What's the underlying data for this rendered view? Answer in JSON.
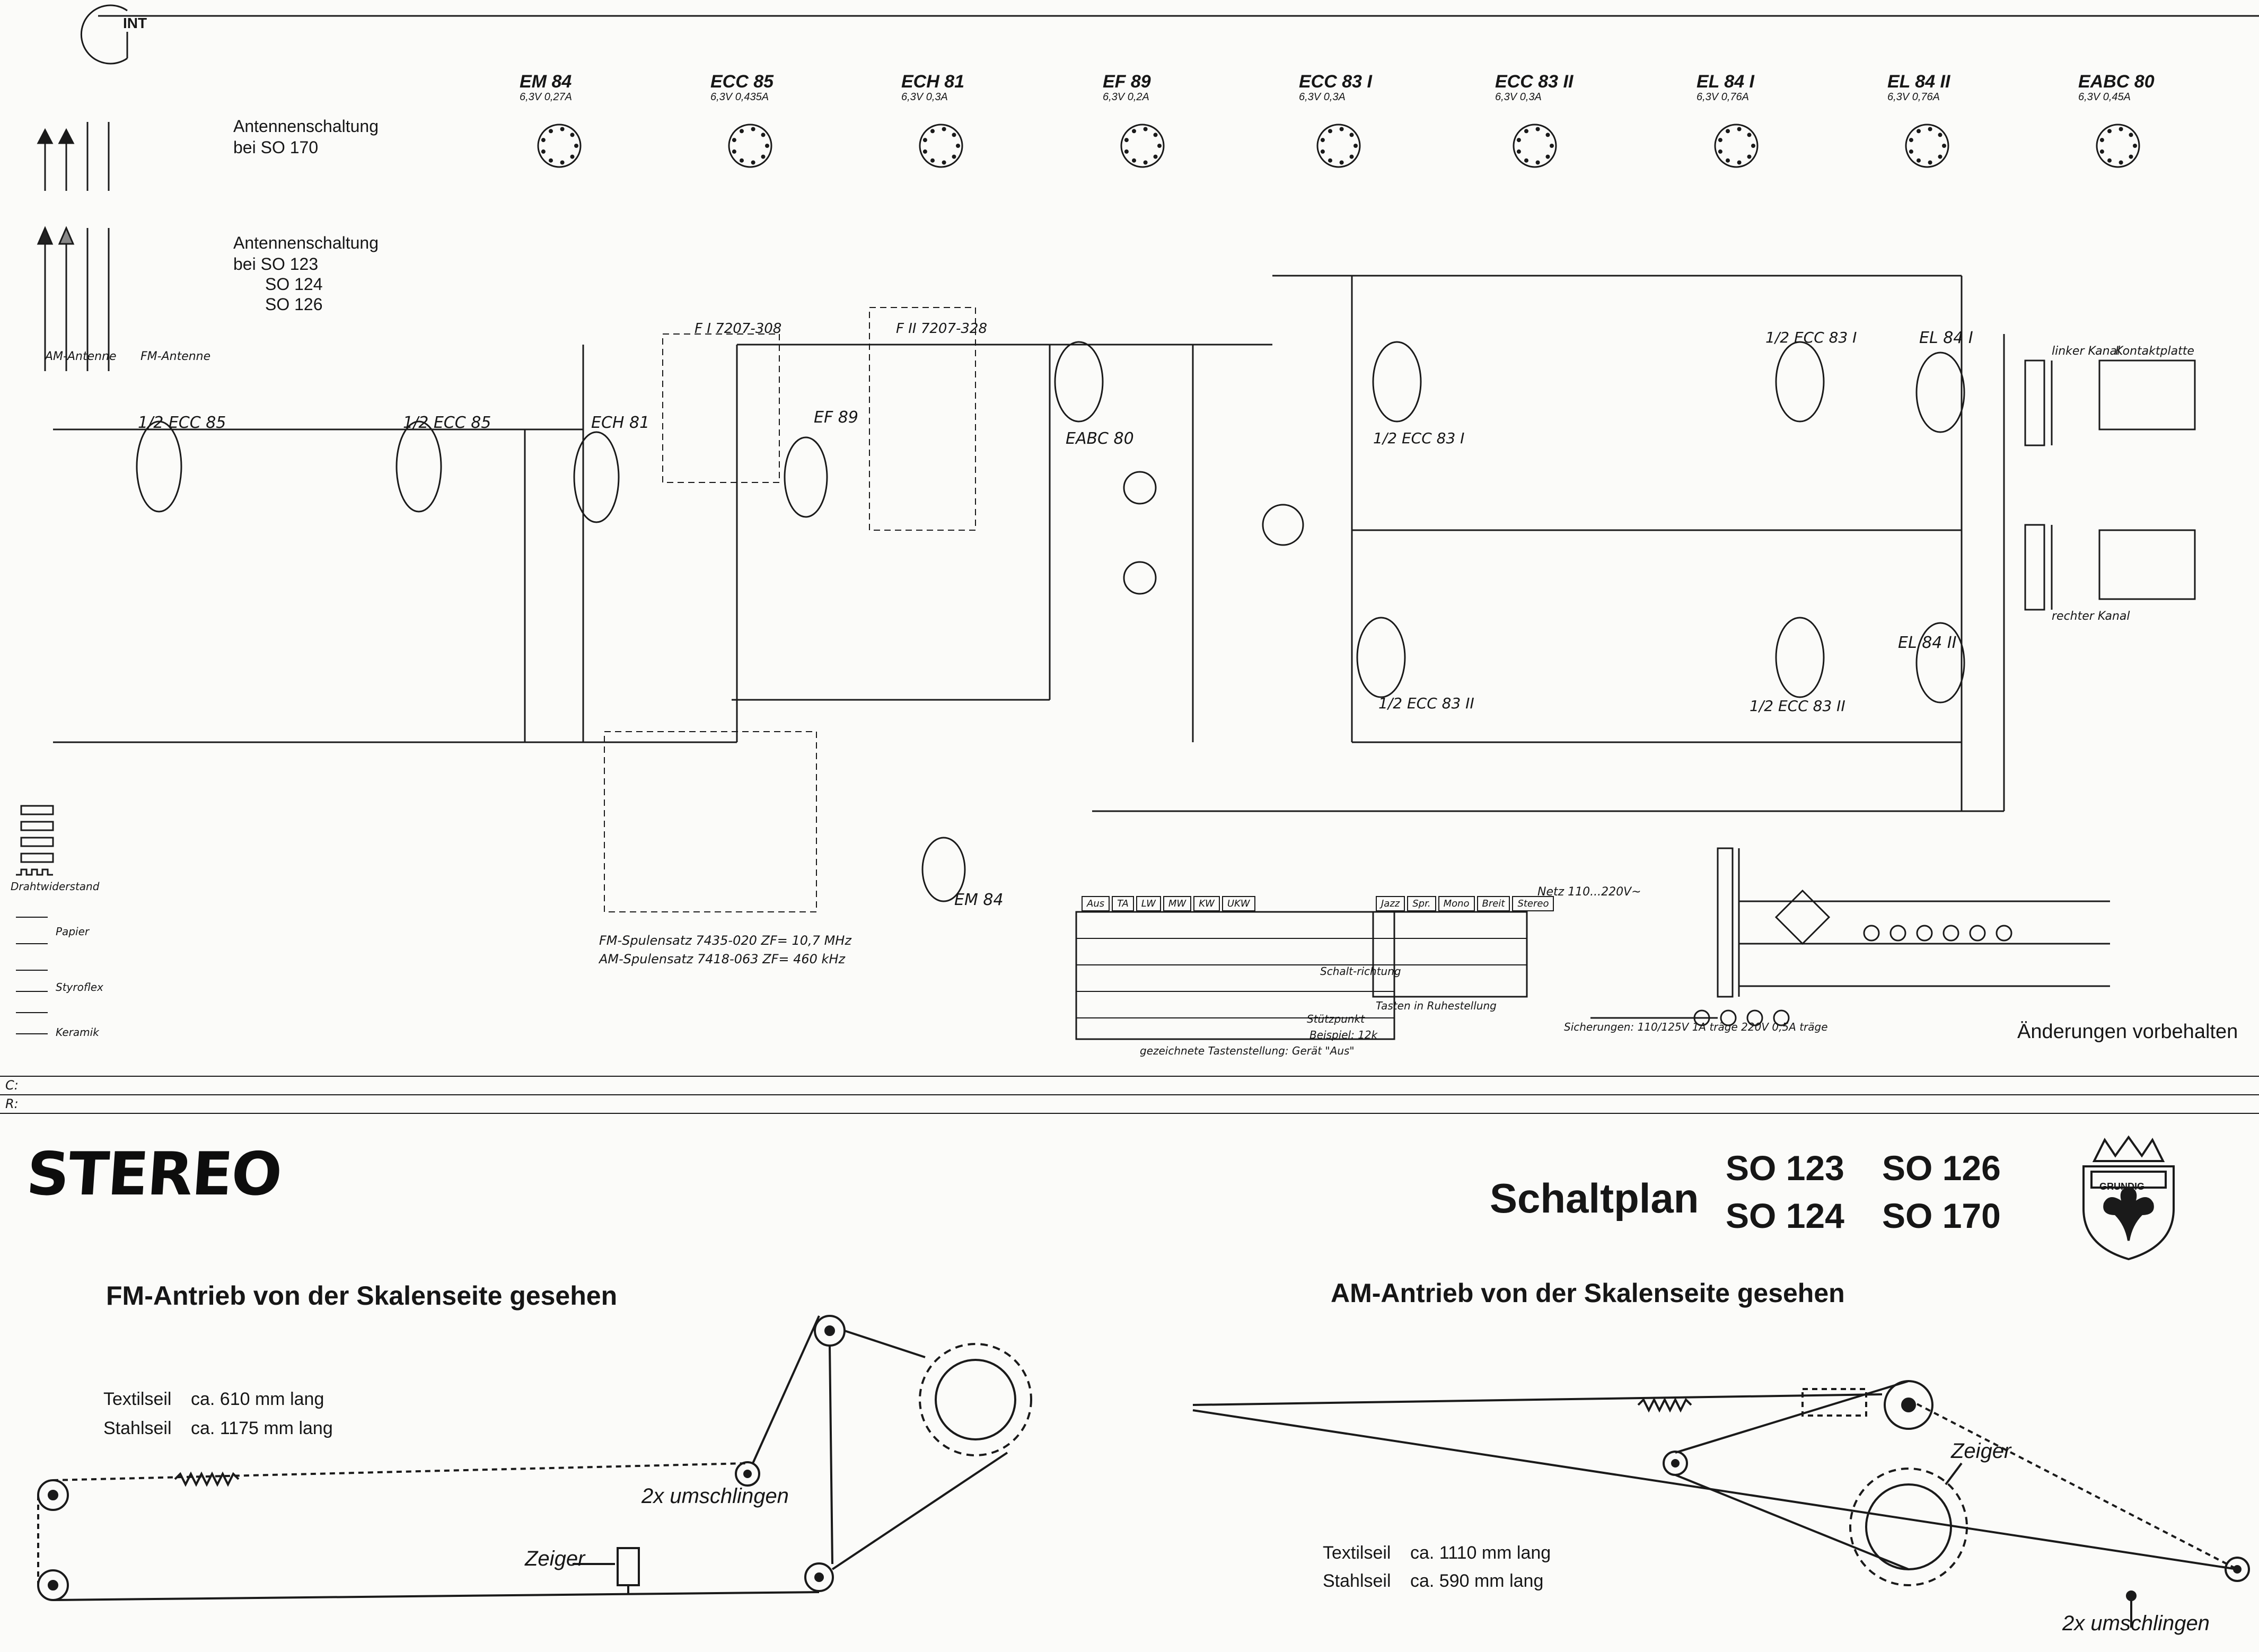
{
  "header": {
    "corner_mark": "INT"
  },
  "antenna": {
    "so170_title": "Antennenschaltung",
    "so170_models": "bei SO 170",
    "multi_title": "Antennenschaltung",
    "multi_models_1": "bei SO 123",
    "multi_models_2": "SO 124",
    "multi_models_3": "SO 126",
    "am_label": "AM-Antenne",
    "fm_label": "FM-Antenne"
  },
  "tubes": [
    {
      "name": "EM 84",
      "spec": "6,3V 0,27A"
    },
    {
      "name": "ECC 85",
      "spec": "6,3V 0,435A"
    },
    {
      "name": "ECH 81",
      "spec": "6,3V 0,3A"
    },
    {
      "name": "EF 89",
      "spec": "6,3V 0,2A"
    },
    {
      "name": "ECC 83 I",
      "spec": "6,3V 0,3A"
    },
    {
      "name": "ECC 83 II",
      "spec": "6,3V 0,3A"
    },
    {
      "name": "EL 84 I",
      "spec": "6,3V 0,76A"
    },
    {
      "name": "EL 84 II",
      "spec": "6,3V 0,76A"
    },
    {
      "name": "EABC 80",
      "spec": "6,3V 0,45A"
    }
  ],
  "schematic_labels": {
    "ecc85": "1/2 ECC 85",
    "ecc85b": "1/2 ECC 85",
    "ech81": "ECH 81",
    "ef89": "EF 89",
    "eabc80": "EABC 80",
    "em84": "EM 84",
    "ecc83_1": "1/2 ECC 83 I",
    "ecc83_1b": "1/2 ECC 83 I",
    "ecc83_2": "1/2 ECC 83 II",
    "ecc83_2b": "1/2 ECC 83 II",
    "el84_1": "EL 84 I",
    "el84_2": "EL 84 II",
    "f1": "F I 7207-308",
    "f2": "F II 7207-328",
    "fm_coil": "FM-Spulensatz 7435-020  ZF= 10,7 MHz",
    "am_coil": "AM-Spulensatz 7418-063  ZF= 460 kHz",
    "linker_kanal": "linker Kanal",
    "rechter_kanal": "rechter Kanal",
    "kontaktplatte": "Kontaktplatte",
    "netz": "Netz 110...220V~",
    "sicherungen": "Sicherungen: 110/125V 1A träge  220V 0,5A träge",
    "tasten": "Tasten in Ruhestellung",
    "stuetzpunkt": "Stützpunkt",
    "beispiel": "Beispiel: 12k",
    "gezeichnete": "gezeichnete Tastenstellung: Gerät \"Aus\"",
    "schaltrichtung": "Schalt-richtung",
    "drahtwiderstand": "Drahtwiderstand",
    "papier": "Papier",
    "styroflex": "Styroflex",
    "keramik": "Keramik"
  },
  "buttons_left": [
    "Aus",
    "TA",
    "LW",
    "MW",
    "KW",
    "UKW"
  ],
  "buttons_right": [
    "Jazz",
    "Spr.",
    "Mono",
    "Breit",
    "Stereo"
  ],
  "footer_rows": {
    "c_label": "C:",
    "r_label": "R:"
  },
  "changes_note": "Änderungen vorbehalten",
  "logo": {
    "stereo": "STEREO",
    "grundig": "GRUNDIG"
  },
  "title": {
    "main": "Schaltplan",
    "models": [
      "SO 123",
      "SO 126",
      "SO 124",
      "SO 170"
    ]
  },
  "fm_drive": {
    "title": "FM-Antrieb von der Skalenseite gesehen",
    "textil_label": "Textilseil",
    "textil_value": "ca.  610 mm  lang",
    "stahl_label": "Stahlseil",
    "stahl_value": "ca.  1175 mm  lang",
    "wrap": "2x umschlingen",
    "pointer": "Zeiger"
  },
  "am_drive": {
    "title": "AM-Antrieb von der Skalenseite gesehen",
    "textil_label": "Textilseil",
    "textil_value": "ca.  1110 mm  lang",
    "stahl_label": "Stahlseil",
    "stahl_value": "ca.  590 mm  lang",
    "wrap": "2x umschlingen",
    "pointer": "Zeiger"
  }
}
